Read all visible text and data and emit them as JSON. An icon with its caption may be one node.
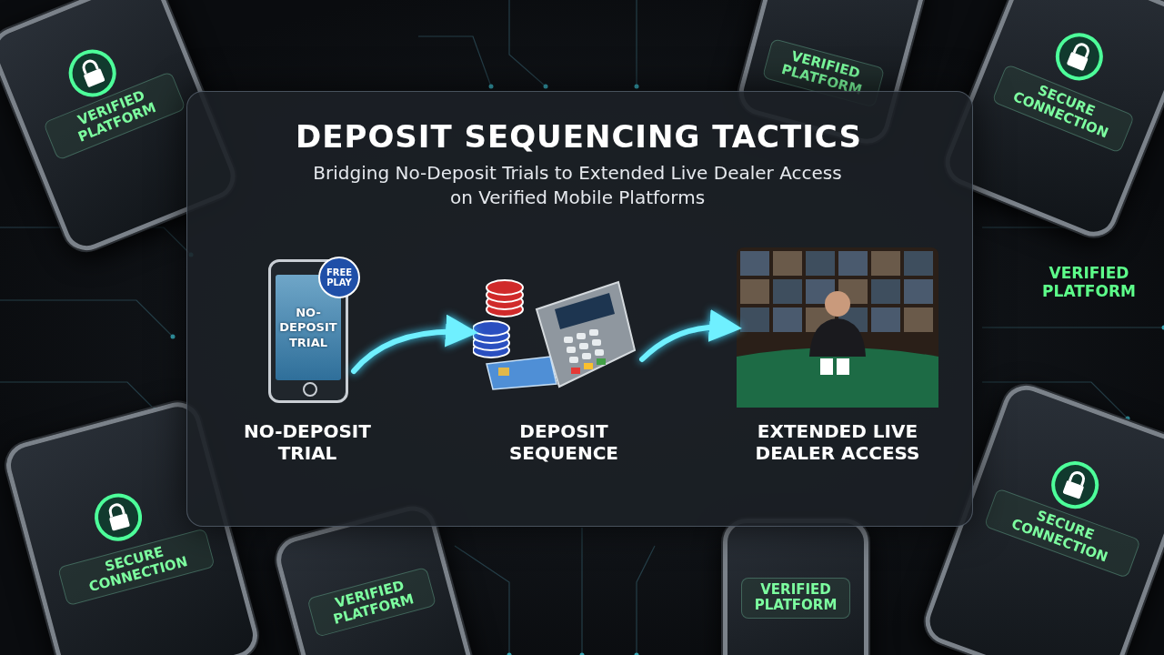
{
  "diagram": {
    "title": "DEPOSIT SEQUENCING TACTICS",
    "caption": "Bridging No-Deposit Trials to Extended Live Dealer Access on Verified Mobile Platforms",
    "nodes": [
      {
        "text": [
          "FREE PLAY",
          "NO-DEPOSIT TRIAL"
        ],
        "beside": [
          "NO-DEPOSIT TRIAL"
        ]
      },
      {
        "text": [],
        "shape": "picture",
        "beside": [
          "DEPOSIT SEQUENCE"
        ]
      },
      {
        "text": [],
        "shape": "picture",
        "beside": [
          "EXTENDED LIVE DEALER ACCESS"
        ]
      }
    ],
    "edges": [
      {
        "from": 0,
        "to": 1,
        "arrow": "to"
      },
      {
        "from": 1,
        "to": 2,
        "arrow": "to"
      }
    ],
    "labels": [
      "VERIFIED PLATFORM",
      "VERIFIED PLATFORM",
      "SECURE CONNECTION",
      "VERIFIED PLATFORM",
      "SECURE CONNECTION",
      "VERIFIED PLATFORM",
      "VERIFIED PLATFORM",
      "SECURE CONNECTION"
    ]
  }
}
